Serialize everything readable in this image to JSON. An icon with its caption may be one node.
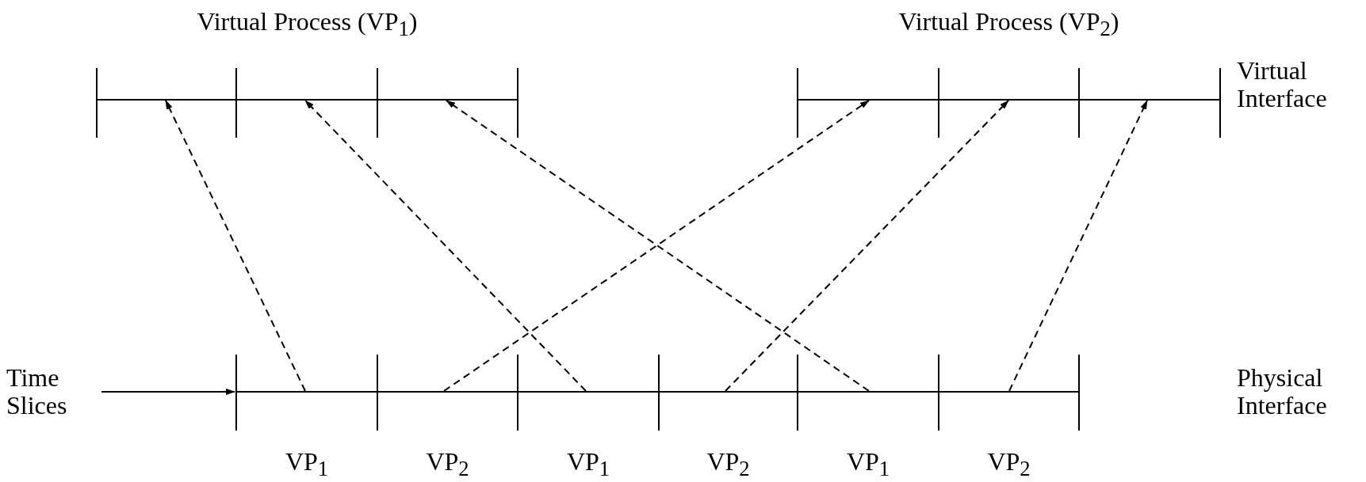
{
  "diagram": {
    "nodes": [
      {
        "text": [
          "Virtual Process (VP$_{1}$)"
        ]
      },
      {
        "text": [],
        "shape": "bar",
        "in": 0
      },
      {
        "text": [],
        "shape": "bar",
        "in": 0
      },
      {
        "text": [],
        "shape": "bar",
        "in": 0
      },
      {
        "text": [
          "Virtual Process (VP$_{2}$)"
        ]
      },
      {
        "text": [],
        "shape": "bar",
        "in": 4
      },
      {
        "text": [],
        "shape": "bar",
        "in": 4
      },
      {
        "text": [],
        "shape": "bar",
        "in": 4
      },
      {
        "text": [],
        "shape": "bar"
      },
      {
        "text": [
          "VP$_{1}$"
        ],
        "in": 8
      },
      {
        "text": [
          "VP$_{2}$"
        ],
        "in": 8
      },
      {
        "text": [
          "VP$_{1}$"
        ],
        "in": 8
      },
      {
        "text": [
          "VP$_{2}$"
        ],
        "in": 8
      },
      {
        "text": [
          "VP$_{1}$"
        ],
        "in": 8
      },
      {
        "text": [
          "VP$_{2}$"
        ],
        "in": 8
      },
      {
        "text": [
          "Time Slices"
        ]
      }
    ],
    "edges": [
      {
        "from": 15,
        "to": 8,
        "arrow": "to"
      },
      {
        "from": 9,
        "to": 1,
        "arrow": "to",
        "style": "dashed"
      },
      {
        "from": 10,
        "to": 5,
        "arrow": "to",
        "style": "dashed"
      },
      {
        "from": 11,
        "to": 2,
        "arrow": "to",
        "style": "dashed"
      },
      {
        "from": 12,
        "to": 6,
        "arrow": "to",
        "style": "dashed"
      },
      {
        "from": 13,
        "to": 3,
        "arrow": "to",
        "style": "dashed"
      },
      {
        "from": 14,
        "to": 7,
        "arrow": "to",
        "style": "dashed"
      }
    ],
    "labels": [
      "Virtual Interface",
      "Physical Interface"
    ]
  }
}
